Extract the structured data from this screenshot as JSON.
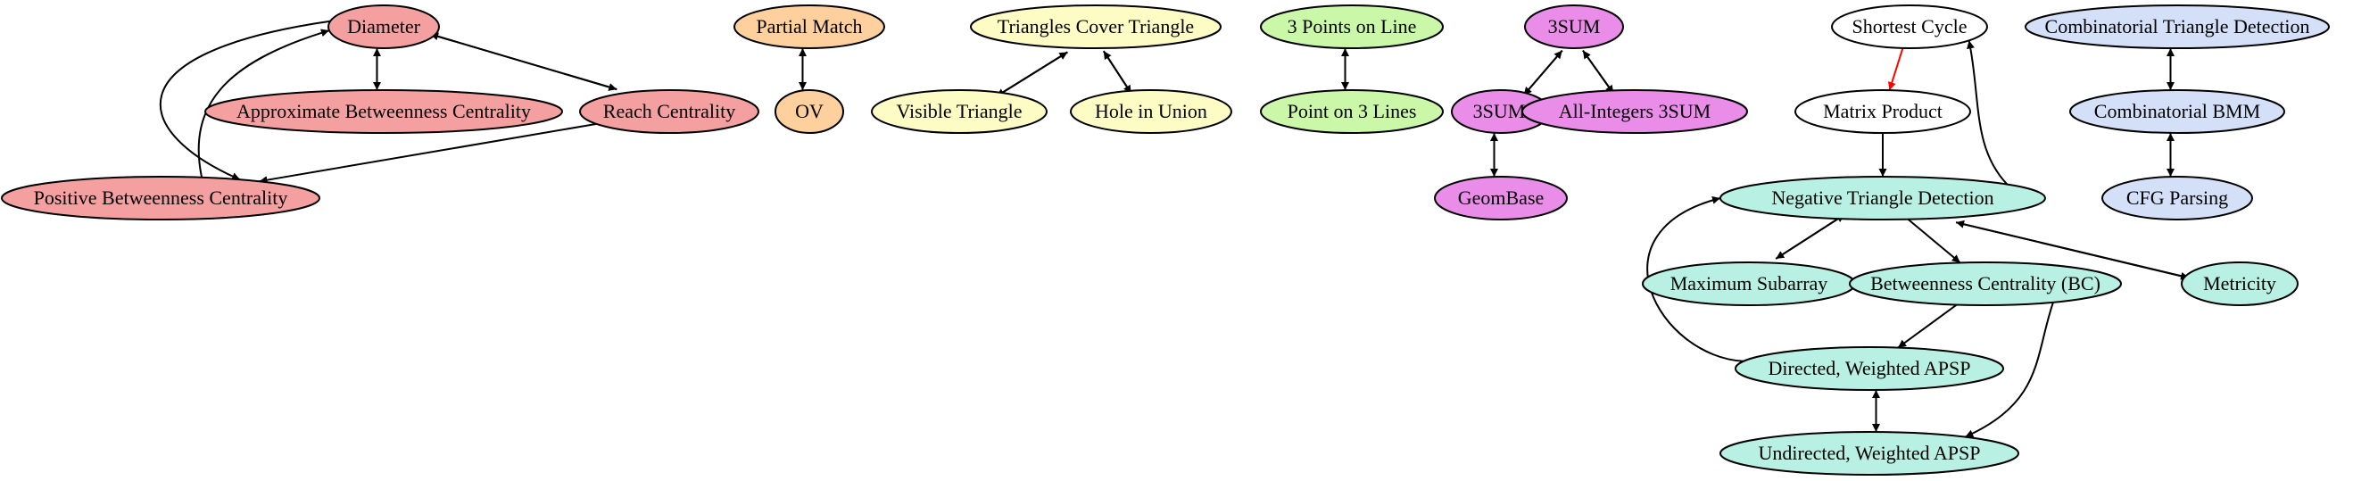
{
  "colors": {
    "red": "#f4a0a0",
    "orange": "#fdd09d",
    "yellow": "#fefcc5",
    "green": "#caf7a8",
    "violet": "#e98de8",
    "white": "#ffffff",
    "teal": "#b8f1e3",
    "blue": "#d3e0f8",
    "edge": "#000000",
    "highlight_edge": "#ff0000"
  },
  "nodes": [
    {
      "id": "diameter",
      "label": "Diameter",
      "color": "red"
    },
    {
      "id": "approx_bc",
      "label": "Approximate Betweenness Centrality",
      "color": "red"
    },
    {
      "id": "reach_centrality",
      "label": "Reach Centrality",
      "color": "red"
    },
    {
      "id": "positive_bc",
      "label": "Positive Betweenness Centrality",
      "color": "red"
    },
    {
      "id": "partial_match",
      "label": "Partial Match",
      "color": "orange"
    },
    {
      "id": "ov",
      "label": "OV",
      "color": "orange"
    },
    {
      "id": "triangles_cover",
      "label": "Triangles Cover Triangle",
      "color": "yellow"
    },
    {
      "id": "visible_triangle",
      "label": "Visible Triangle",
      "color": "yellow"
    },
    {
      "id": "hole_in_union",
      "label": "Hole in Union",
      "color": "yellow"
    },
    {
      "id": "three_points",
      "label": "3 Points on Line",
      "color": "green"
    },
    {
      "id": "point_three_lines",
      "label": "Point on 3 Lines",
      "color": "green"
    },
    {
      "id": "threesum",
      "label": "3SUM",
      "color": "violet"
    },
    {
      "id": "threesum_prime",
      "label": "3SUM'",
      "color": "violet"
    },
    {
      "id": "all_integers",
      "label": "All-Integers 3SUM",
      "color": "violet"
    },
    {
      "id": "geombase",
      "label": "GeomBase",
      "color": "violet"
    },
    {
      "id": "shortest_cycle",
      "label": "Shortest Cycle",
      "color": "white"
    },
    {
      "id": "matrix_product",
      "label": "Matrix Product",
      "color": "white"
    },
    {
      "id": "neg_triangle",
      "label": "Negative Triangle Detection",
      "color": "teal"
    },
    {
      "id": "max_subarray",
      "label": "Maximum Subarray",
      "color": "teal"
    },
    {
      "id": "bc",
      "label": "Betweenness Centrality (BC)",
      "color": "teal"
    },
    {
      "id": "metricity",
      "label": "Metricity",
      "color": "teal"
    },
    {
      "id": "directed_apsp",
      "label": "Directed, Weighted APSP",
      "color": "teal"
    },
    {
      "id": "undirected_apsp",
      "label": "Undirected, Weighted APSP",
      "color": "teal"
    },
    {
      "id": "comb_triangle",
      "label": "Combinatorial Triangle Detection",
      "color": "blue"
    },
    {
      "id": "comb_bmm",
      "label": "Combinatorial BMM",
      "color": "blue"
    },
    {
      "id": "cfg_parsing",
      "label": "CFG Parsing",
      "color": "blue"
    }
  ],
  "edges": [
    {
      "from": "diameter",
      "to": "approx_bc"
    },
    {
      "from": "approx_bc",
      "to": "diameter"
    },
    {
      "from": "diameter",
      "to": "reach_centrality"
    },
    {
      "from": "reach_centrality",
      "to": "diameter"
    },
    {
      "from": "diameter",
      "to": "positive_bc"
    },
    {
      "from": "positive_bc",
      "to": "diameter"
    },
    {
      "from": "reach_centrality",
      "to": "positive_bc"
    },
    {
      "from": "partial_match",
      "to": "ov"
    },
    {
      "from": "ov",
      "to": "partial_match"
    },
    {
      "from": "triangles_cover",
      "to": "visible_triangle"
    },
    {
      "from": "visible_triangle",
      "to": "triangles_cover"
    },
    {
      "from": "triangles_cover",
      "to": "hole_in_union"
    },
    {
      "from": "hole_in_union",
      "to": "triangles_cover"
    },
    {
      "from": "three_points",
      "to": "point_three_lines"
    },
    {
      "from": "point_three_lines",
      "to": "three_points"
    },
    {
      "from": "threesum",
      "to": "threesum_prime"
    },
    {
      "from": "threesum_prime",
      "to": "threesum"
    },
    {
      "from": "threesum",
      "to": "all_integers"
    },
    {
      "from": "all_integers",
      "to": "threesum"
    },
    {
      "from": "threesum_prime",
      "to": "geombase"
    },
    {
      "from": "geombase",
      "to": "threesum_prime"
    },
    {
      "from": "shortest_cycle",
      "to": "matrix_product",
      "highlight": true
    },
    {
      "from": "matrix_product",
      "to": "neg_triangle"
    },
    {
      "from": "neg_triangle",
      "to": "shortest_cycle"
    },
    {
      "from": "neg_triangle",
      "to": "max_subarray"
    },
    {
      "from": "max_subarray",
      "to": "neg_triangle"
    },
    {
      "from": "neg_triangle",
      "to": "bc"
    },
    {
      "from": "neg_triangle",
      "to": "metricity"
    },
    {
      "from": "metricity",
      "to": "neg_triangle"
    },
    {
      "from": "directed_apsp",
      "to": "neg_triangle"
    },
    {
      "from": "bc",
      "to": "directed_apsp"
    },
    {
      "from": "bc",
      "to": "undirected_apsp"
    },
    {
      "from": "directed_apsp",
      "to": "undirected_apsp"
    },
    {
      "from": "undirected_apsp",
      "to": "directed_apsp"
    },
    {
      "from": "comb_triangle",
      "to": "comb_bmm"
    },
    {
      "from": "comb_bmm",
      "to": "comb_triangle"
    },
    {
      "from": "comb_bmm",
      "to": "cfg_parsing"
    },
    {
      "from": "cfg_parsing",
      "to": "comb_bmm"
    }
  ]
}
